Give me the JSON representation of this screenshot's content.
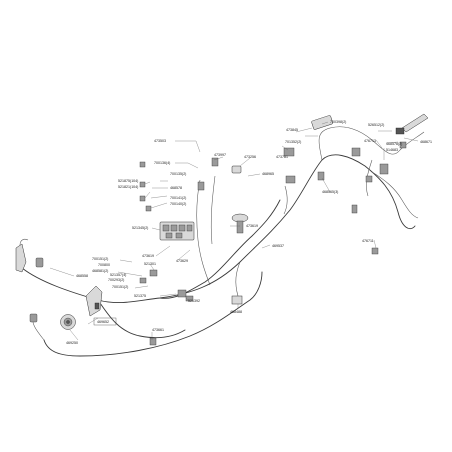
{
  "labels": {
    "l473503": "473503",
    "l700136_4": "700136(4)",
    "l700135_2": "700135(2)",
    "l521875": "521875(104)",
    "l521821": "521821(104)",
    "l468578": "468578",
    "l700141_2": "700141(2)",
    "l700140_2": "700140(2)",
    "l473997": "473997",
    "l473256": "473256",
    "l468965": "468965",
    "l473845": "473845",
    "l700398_2": "700398(2)",
    "l701352": "701352(2)",
    "l473781": "473781",
    "l468565_3": "468565(3)",
    "l526512": "526512(2)",
    "l476713": "476713",
    "l468578b": "468578(2)",
    "l514683": "514683",
    "l468671": "468671",
    "l521345": "521345(2)",
    "l473619": "473619",
    "l473629": "473629",
    "l473619b": "473619",
    "l469537": "469537",
    "l476711": "476711",
    "l700151_2": "700151(2)",
    "l700800": "700800",
    "l468581_2": "468581(2)",
    "l521357": "521357(4)",
    "l700293_2": "700293(2)",
    "l700151_2b": "700151(2)",
    "l521301": "521301",
    "l521375": "521375",
    "l521392": "521392",
    "l468558": "468558",
    "l469652": "469652",
    "l469250": "469250",
    "l473661": "473661",
    "l468488": "468488"
  }
}
